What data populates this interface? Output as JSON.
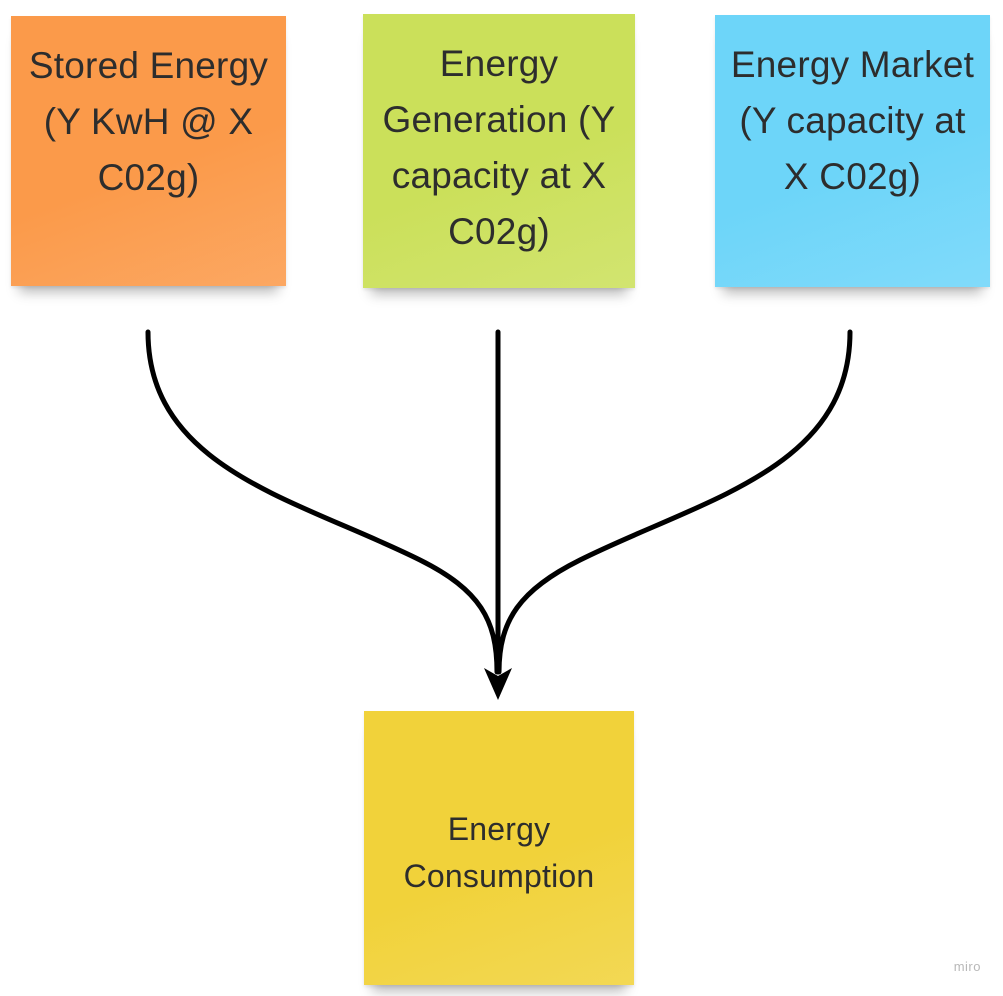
{
  "notes": {
    "stored": {
      "text": "Stored Energy (Y KwH @ X C02g)",
      "color": "#fb9a4a"
    },
    "generation": {
      "text": "Energy Generation (Y capacity at X C02g)",
      "color": "#cbe05a"
    },
    "market": {
      "text": "Energy Market (Y capacity at X C02g)",
      "color": "#6dd5f9"
    },
    "consumption": {
      "text": "Energy Consumption",
      "color": "#f1d23a"
    }
  },
  "connectors": [
    {
      "from": "stored",
      "to": "consumption"
    },
    {
      "from": "generation",
      "to": "consumption"
    },
    {
      "from": "market",
      "to": "consumption"
    }
  ],
  "watermark": "miro"
}
